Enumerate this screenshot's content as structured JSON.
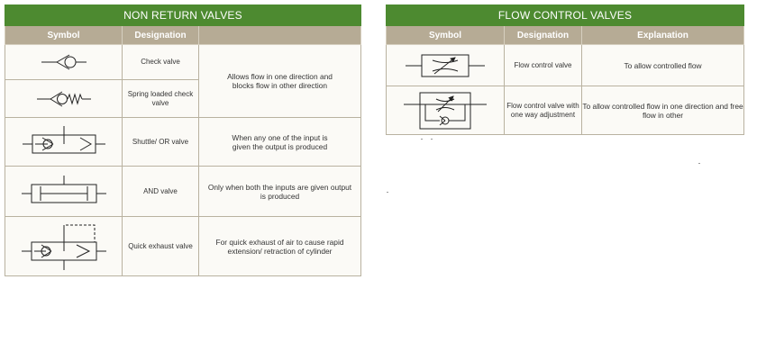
{
  "non_return": {
    "title": "NON RETURN VALVES",
    "headers": [
      "Symbol",
      "Designation",
      ""
    ],
    "rows": [
      {
        "designation": "Check valve",
        "icon": "check-valve-symbol"
      },
      {
        "designation": "Spring loaded check valve",
        "icon": "spring-loaded-check-valve-symbol"
      },
      {
        "designation": "Shuttle/ OR valve",
        "icon": "shuttle-or-valve-symbol"
      },
      {
        "designation": "AND valve",
        "icon": "and-valve-symbol"
      },
      {
        "designation": "Quick exhaust valve",
        "icon": "quick-exhaust-valve-symbol"
      }
    ],
    "explanations": {
      "check": "Allows flow in one direction and blocks flow in other direction",
      "shuttle": "When any one of the input is given the output is produced",
      "and": "Only when both the inputs are given output is produced",
      "quick": "For quick exhaust of air to cause rapid extension/ retraction of cylinder"
    }
  },
  "flow_control": {
    "title": "FLOW CONTROL VALVES",
    "headers": [
      "Symbol",
      "Designation",
      "Explanation"
    ],
    "rows": [
      {
        "designation": "Flow control valve",
        "explanation": "To allow controlled flow",
        "icon": "flow-control-valve-symbol"
      },
      {
        "designation": "Flow control valve with one way adjustment",
        "explanation": "To allow controlled flow in one direction and free flow in other",
        "icon": "one-way-flow-control-valve-symbol"
      }
    ]
  },
  "colors": {
    "title_bar": "#4d8a30",
    "header_bar": "#b6ab95",
    "cell_bg": "#fbfaf6",
    "border": "#b9b2a0"
  }
}
